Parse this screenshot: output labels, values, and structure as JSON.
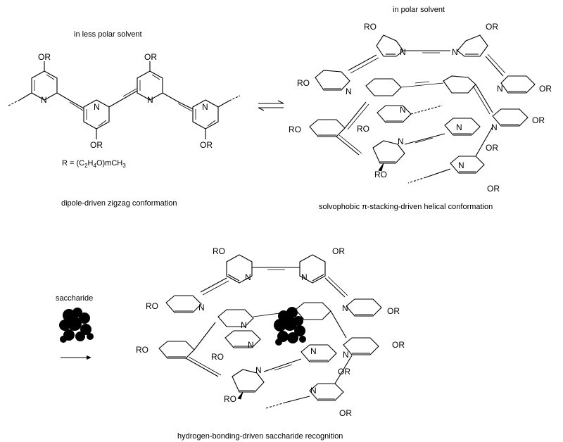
{
  "labels": {
    "less_polar": "in less polar solvent",
    "polar": "in polar solvent",
    "r_def_prefix": "R = (C",
    "r_def_2a": "2",
    "r_def_h": "H",
    "r_def_4": "4",
    "r_def_suffix": "O)mCH",
    "r_def_3": "3",
    "zigzag": "dipole-driven zigzag conformation",
    "helical": "solvophobic π-stacking-driven helical conformation",
    "saccharide": "saccharide",
    "recognition": "hydrogen-bonding-driven saccharide recognition"
  },
  "atoms": {
    "or": "OR",
    "ro": "RO",
    "n": "N"
  }
}
